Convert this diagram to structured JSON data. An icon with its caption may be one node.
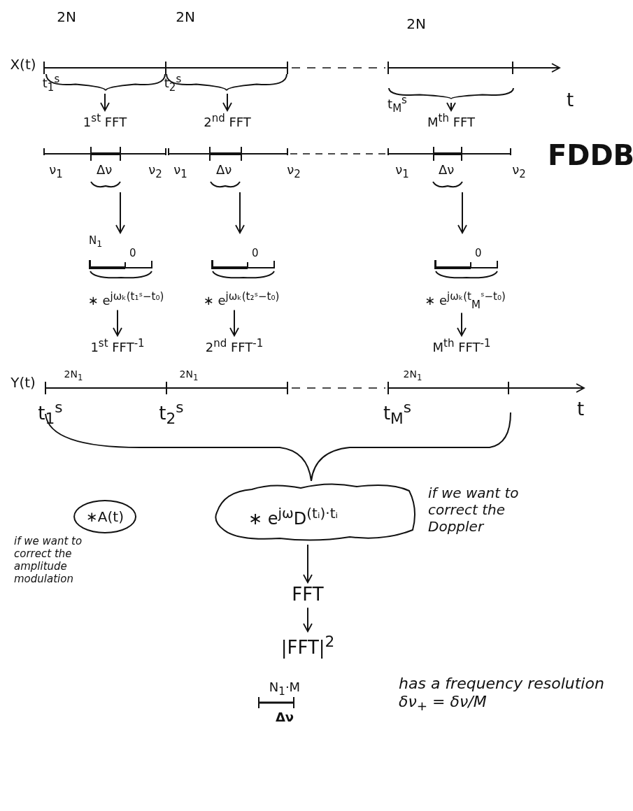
{
  "diagram": {
    "nodes": [
      {
        "text": [
          "1$^{st}$ FFT"
        ]
      },
      {
        "text": [
          "2$^{nd}$ FFT"
        ]
      },
      {
        "text": [
          "M$^{th}$ FFT"
        ]
      },
      {
        "text": [
          "Δν"
        ]
      },
      {
        "text": [
          "Δν"
        ]
      },
      {
        "text": [
          "Δν"
        ]
      },
      {
        "text": [
          "N$_{1}$",
          "0"
        ]
      },
      {
        "text": [
          "0"
        ]
      },
      {
        "text": [
          "0"
        ]
      },
      {
        "text": [
          "∗ e$^{jωₖ(t₁ˢ−t₀)}$"
        ]
      },
      {
        "text": [
          "∗ e$^{jωₖ(t₂ˢ−t₀)}$"
        ]
      },
      {
        "text": [
          "∗ e$^{jωₖ(t}$$_{M}$$^{ˢ−t₀)}$"
        ]
      },
      {
        "text": [
          "1$^{st}$ FFT$^{-1}$"
        ]
      },
      {
        "text": [
          "2$^{nd}$ FFT$^{-1}$"
        ]
      },
      {
        "text": [
          "M$^{th}$ FFT$^{-1}$"
        ]
      },
      {
        "text": [
          "∗A(t)"
        ],
        "beside": [
          "if we want to correct the amplitude modulation"
        ]
      },
      {
        "text": [
          "∗ e$^{jω}$D$^{(tᵢ)·tᵢ}$"
        ],
        "beside": [
          "if we want to correct the Doppler"
        ]
      },
      {
        "text": [
          "FFT"
        ]
      },
      {
        "text": [
          "|FFT|$^{2}$"
        ]
      },
      {
        "text": [],
        "shape": "brace"
      },
      {
        "text": [],
        "shape": "brace"
      },
      {
        "text": [],
        "shape": "brace"
      }
    ],
    "edges": [
      {
        "from": 19,
        "to": 0,
        "arrow": "to"
      },
      {
        "from": 20,
        "to": 1,
        "arrow": "to"
      },
      {
        "from": 21,
        "to": 2,
        "arrow": "to"
      },
      {
        "from": 3,
        "to": 6,
        "arrow": "to"
      },
      {
        "from": 4,
        "to": 7,
        "arrow": "to"
      },
      {
        "from": 5,
        "to": 8,
        "arrow": "to"
      },
      {
        "from": 9,
        "to": 12,
        "arrow": "to"
      },
      {
        "from": 10,
        "to": 13,
        "arrow": "to"
      },
      {
        "from": 11,
        "to": 14,
        "arrow": "to"
      },
      {
        "from": 16,
        "to": 17,
        "arrow": "to"
      },
      {
        "from": 17,
        "to": 18,
        "arrow": "to"
      }
    ],
    "labels": [
      "X(t)",
      "2N",
      "2N",
      "2N",
      "t$_{1}$$^{s}$",
      "t$_{2}$$^{s}$",
      "t$_{M}$$^{s}$",
      "t",
      "ν$_{1}$",
      "ν$_{2}$",
      "ν$_{1}$",
      "ν$_{2}$",
      "ν$_{1}$",
      "ν$_{2}$",
      "FDDB",
      "Y(t)",
      "2N$_{1}$",
      "2N$_{1}$",
      "2N$_{1}$",
      "t$_{1}$$^{s}$",
      "t$_{2}$$^{s}$",
      "t$_{M}$$^{s}$",
      "t",
      "N$_{1}$·M",
      "Δν",
      "has a frequency resolution δν$_{+}$ = δν/M"
    ]
  }
}
